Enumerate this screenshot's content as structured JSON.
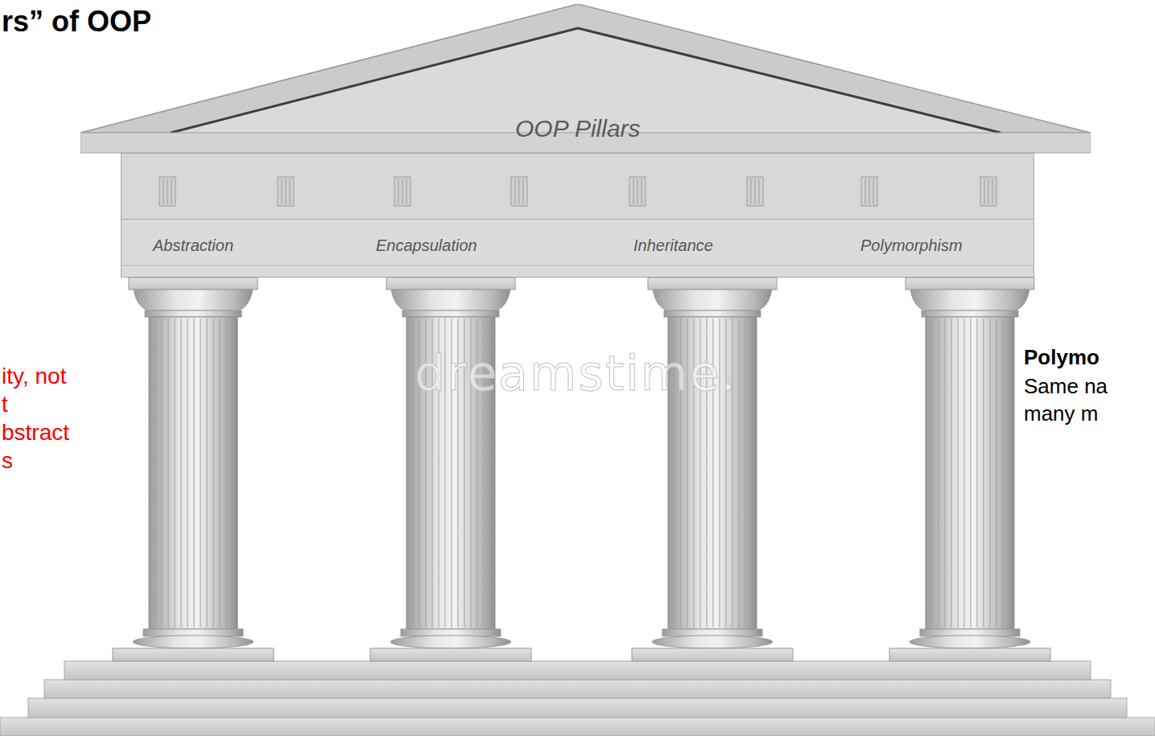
{
  "diagram": {
    "title": "rs” of OOP",
    "nodes": [
      {
        "text": [
          "OOP Pillars"
        ]
      },
      {
        "text": [
          "Abstraction",
          "Encapsulation",
          "Inheritance",
          "Polymorphism"
        ]
      }
    ],
    "labels": [
      "ity, not",
      "t",
      "bstract",
      "s",
      "dreamstime.",
      "Polymo",
      "Same na",
      "many m"
    ]
  }
}
